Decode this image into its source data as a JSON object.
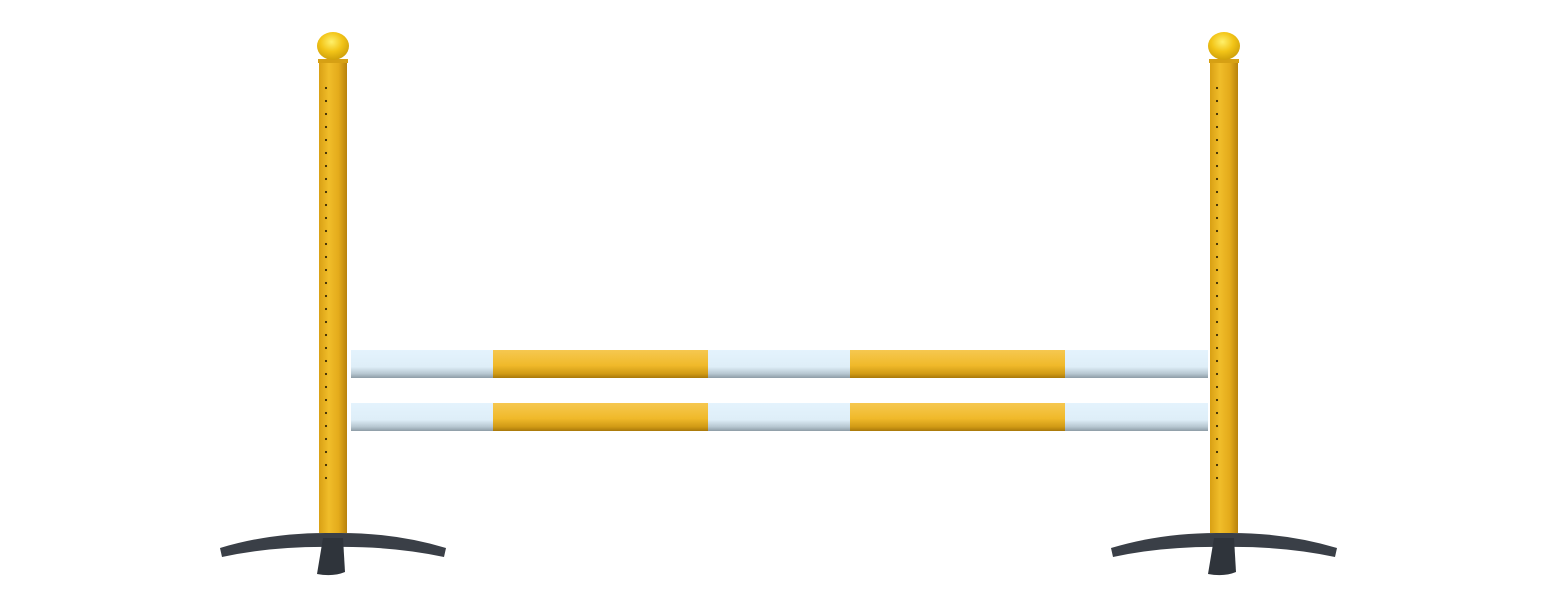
{
  "scene": {
    "subject": "show-jump",
    "colors": {
      "background": "#ffffff",
      "post": "#e8b21e",
      "post_shadow": "#c08a10",
      "post_highlight": "#f4c93a",
      "ball": "#f2c417",
      "rail_white": "#e2f1fb",
      "rail_white_shadow": "#9fb0bb",
      "rail_yellow": "#f3c13a",
      "rail_yellow_shadow": "#b7860f",
      "base": "#3a3f47",
      "hole": "#3a2a05"
    },
    "rail_pattern": [
      "white",
      "yellow",
      "white",
      "yellow",
      "white"
    ]
  }
}
